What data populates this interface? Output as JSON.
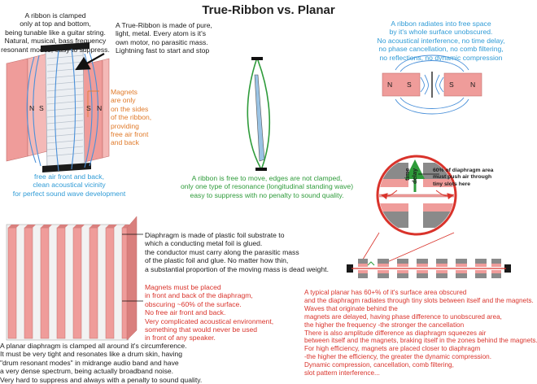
{
  "title": "True-Ribbon vs. Planar",
  "ribbon": {
    "clamped_text": "A ribbon is clamped\nonly at top and bottom,\nbeing tunable like a guitar string.\nNatural, musical, bass frequency\nresonant modes, easy to suppress.",
    "material_text": "A True-Ribbon is made of pure,\nlight, metal. Every atom is it's\nown motor, no parasitic mass.\nLightning fast to start and stop",
    "magnets_text": "Magnets\nare only\non the sides\nof the ribbon,\nproviding\nfree air front\nand back",
    "free_air_text": "free air front and back,\nclean acoustical vicinity\nfor perfect sound wave development",
    "free_move_text": "A ribbon is free to move, edges are not clamped,\nonly one type of resonance (longitudinal standing wave)\neasy to suppress with no penalty to sound quality.",
    "radiates_text": "A ribbon radiates into free space\nby it's whole surface unobscured.\nNo acoustical interference, no time delay,\nno phase cancellation, no comb filtering,\nno reflections, no dynamic compression",
    "pole_n": "N",
    "pole_s": "S"
  },
  "planar": {
    "diaphragm_text": "Diaphragm is made of plastic foil substrate to\nwhich a conducting metal foil is glued.\nthe conductor must carry along the parasitic mass\nof the plastic foil and glue. No matter how thin,\na substantial proportion of the moving mass is dead weight.",
    "magnets_text": "Magnets must be placed\nin front and back of the diaphragm,\nobscuring ~60% of the surface.\nNo free air front and back.\nVery complicated acoustical environment,\nsomething that would never be used\nin front of any speaker.",
    "clamped_text": "A planar diaphragm is clamped all around it's circumference.\nIt must be very tight and resonates like a drum skin, having\n\"drum resonant modes\" in midrange audio band and have\na very dense spectrum, being actually broadband noise.\nVery hard to suppress and always with a penalty to sound quality.",
    "obscured_text": "A typical planar has 60+% of it's surface area obscured\nand the diaphragm radiates through tiny slots between itself and the magnets.\nWaves that originate behind the\nmagnets are delayed, having phase difference to unobscured area,\nthe higher the frequency -the stronger the cancellation\nThere is also amplitude difference as diaphragm squeezes air\nbetween itself and the magnets, braking itself in the zones behind the magnets.\nFor high efficiency, magnets are placed closer to diaphragm\n-the higher the efficiency, the greater the dynamic compression.\nDynamic compression, cancellation, comb filtering,\nslot pattern interference...",
    "zoom_note": "60% of diaphragm area\nmust push air through\ntiny slots here",
    "time_label": "time",
    "delay_label": "delay"
  },
  "colors": {
    "magnet_pink": "#ef9c9a",
    "ribbon_blue": "#4a90d9",
    "green": "#2e9b3a",
    "red": "#d9332b",
    "orange": "#e07a2a",
    "blue_text": "#2f9bd6"
  }
}
